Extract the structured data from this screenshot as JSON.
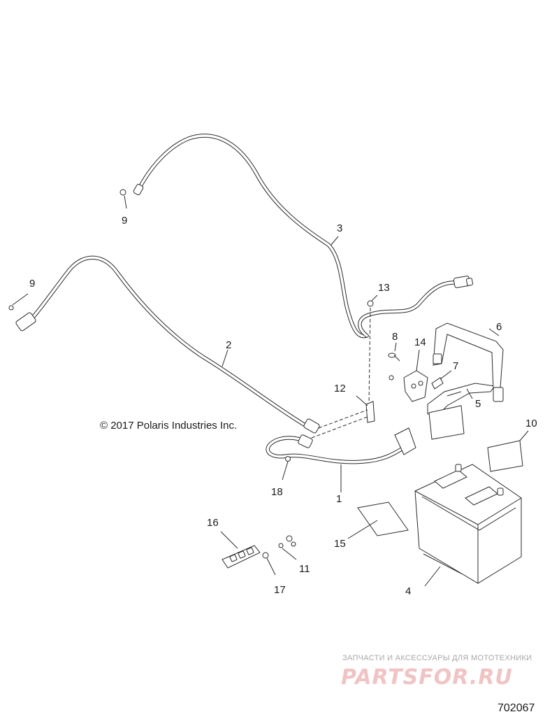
{
  "diagram": {
    "copyright": "© 2017 Polaris Industries Inc.",
    "figure_id": "702067",
    "callouts": [
      {
        "id": "callout-1",
        "label": "1"
      },
      {
        "id": "callout-2",
        "label": "2"
      },
      {
        "id": "callout-3",
        "label": "3"
      },
      {
        "id": "callout-4",
        "label": "4"
      },
      {
        "id": "callout-5",
        "label": "5"
      },
      {
        "id": "callout-6",
        "label": "6"
      },
      {
        "id": "callout-7",
        "label": "7"
      },
      {
        "id": "callout-8",
        "label": "8"
      },
      {
        "id": "callout-9a",
        "label": "9"
      },
      {
        "id": "callout-9b",
        "label": "9"
      },
      {
        "id": "callout-10",
        "label": "10"
      },
      {
        "id": "callout-11",
        "label": "11"
      },
      {
        "id": "callout-12",
        "label": "12"
      },
      {
        "id": "callout-13",
        "label": "13"
      },
      {
        "id": "callout-14",
        "label": "14"
      },
      {
        "id": "callout-15",
        "label": "15"
      },
      {
        "id": "callout-16",
        "label": "16"
      },
      {
        "id": "callout-17",
        "label": "17"
      },
      {
        "id": "callout-18",
        "label": "18"
      }
    ]
  },
  "watermark": {
    "tagline": "ЗАПЧАСТИ И АКСЕССУАРЫ ДЛЯ МОТОТЕХНИКИ",
    "logo_text": "PARTSFOR.RU",
    "color": "#f0c4c4"
  }
}
